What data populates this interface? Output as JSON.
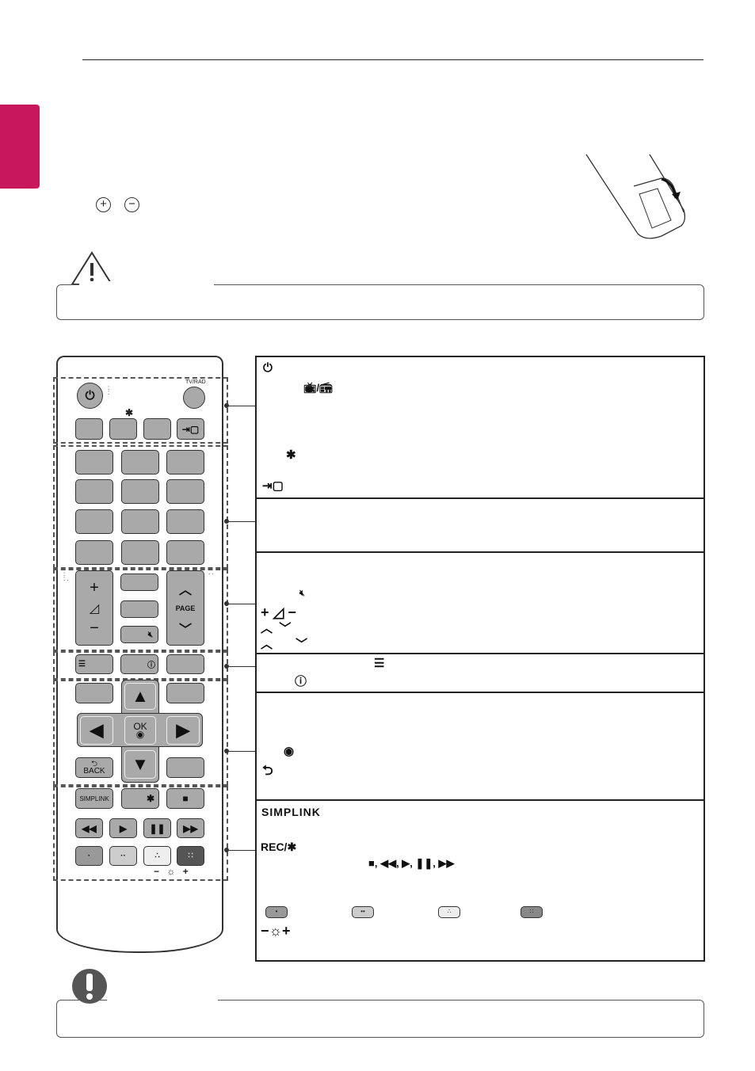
{
  "icons": [
    "power-icon",
    "tv-radio-icon",
    "star-icon",
    "input-icon",
    "mute-icon",
    "volume-icon",
    "page-up-icon",
    "page-down-icon",
    "list-icon",
    "info-icon",
    "ok-icon",
    "back-icon",
    "simplink-icon",
    "stop-icon",
    "rewind-icon",
    "play-icon",
    "pause-icon",
    "fast-forward-icon",
    "brightness-icon",
    "caution-icon",
    "note-icon"
  ],
  "battery": {
    "plus": "+",
    "minus": "−"
  },
  "remote": {
    "page_label": "PAGE",
    "ok_label": "OK",
    "back_label": "BACK",
    "simplink_label": "SIMPLINK",
    "star": "✱",
    "tv_radio": "TV/RAD",
    "plus": "+",
    "minus": "−"
  },
  "panel": {
    "rec_label": "REC/✱",
    "simplink_label": "SIMPLINK",
    "playback_symbols": "■, ◀◀, ▶, ❚❚, ▶▶",
    "plus": "+",
    "minus": "−"
  },
  "colors": {
    "accent": "#c8175d",
    "btn_gray": "#a9a9a9",
    "red_btn": "#999999",
    "green_btn": "#cccccc",
    "yellow_btn": "#eeeeee",
    "blue_btn": "#555555"
  }
}
